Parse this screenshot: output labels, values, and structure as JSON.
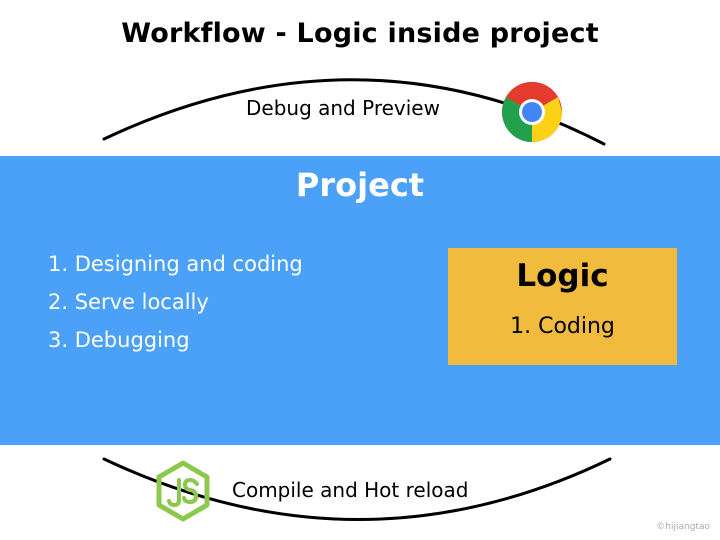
{
  "title": "Workflow - Logic inside project",
  "top_cycle": {
    "label": "Debug and Preview",
    "icon": "chrome-icon"
  },
  "project": {
    "title": "Project",
    "color": "#4ba0f7",
    "steps": [
      "1. Designing and coding",
      "2. Serve locally",
      "3. Debugging"
    ]
  },
  "logic": {
    "title": "Logic",
    "color": "#f1bb3e",
    "item": "1. Coding"
  },
  "bottom_cycle": {
    "label": "Compile and Hot reload",
    "icon": "nodejs-icon"
  },
  "watermark": "©hijiangtao"
}
